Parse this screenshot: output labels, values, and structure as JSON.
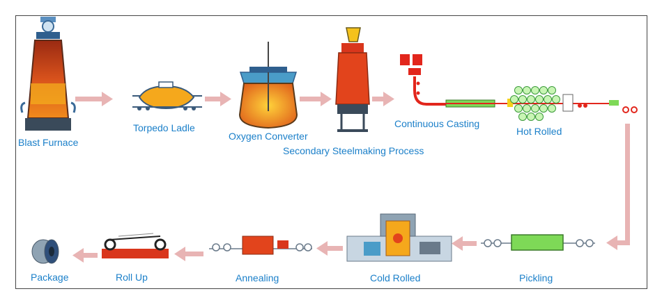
{
  "stages": [
    {
      "id": "blast_furnace",
      "label": "Blast Furnace"
    },
    {
      "id": "torpedo_ladle",
      "label": "Torpedo Ladle"
    },
    {
      "id": "oxygen_converter",
      "label": "Oxygen Converter"
    },
    {
      "id": "secondary_steelmaking",
      "label": "Secondary Steelmaking Process"
    },
    {
      "id": "continuous_casting",
      "label": "Continuous Casting"
    },
    {
      "id": "hot_rolled",
      "label": "Hot Rolled"
    },
    {
      "id": "pickling",
      "label": "Pickling"
    },
    {
      "id": "cold_rolled",
      "label": "Cold Rolled"
    },
    {
      "id": "annealing",
      "label": "Annealing"
    },
    {
      "id": "roll_up",
      "label": "Roll Up"
    },
    {
      "id": "package",
      "label": "Package"
    }
  ],
  "flow_order": [
    "blast_furnace",
    "torpedo_ladle",
    "oxygen_converter",
    "secondary_steelmaking",
    "continuous_casting",
    "hot_rolled",
    "pickling",
    "cold_rolled",
    "annealing",
    "roll_up",
    "package"
  ],
  "colors": {
    "label": "#1a7fc9",
    "arrow": "#e8b4b4",
    "molten": "#e8381c",
    "equipment": "#8fa3b3",
    "pickling_tank": "#7ed957",
    "frame": "#444444"
  }
}
